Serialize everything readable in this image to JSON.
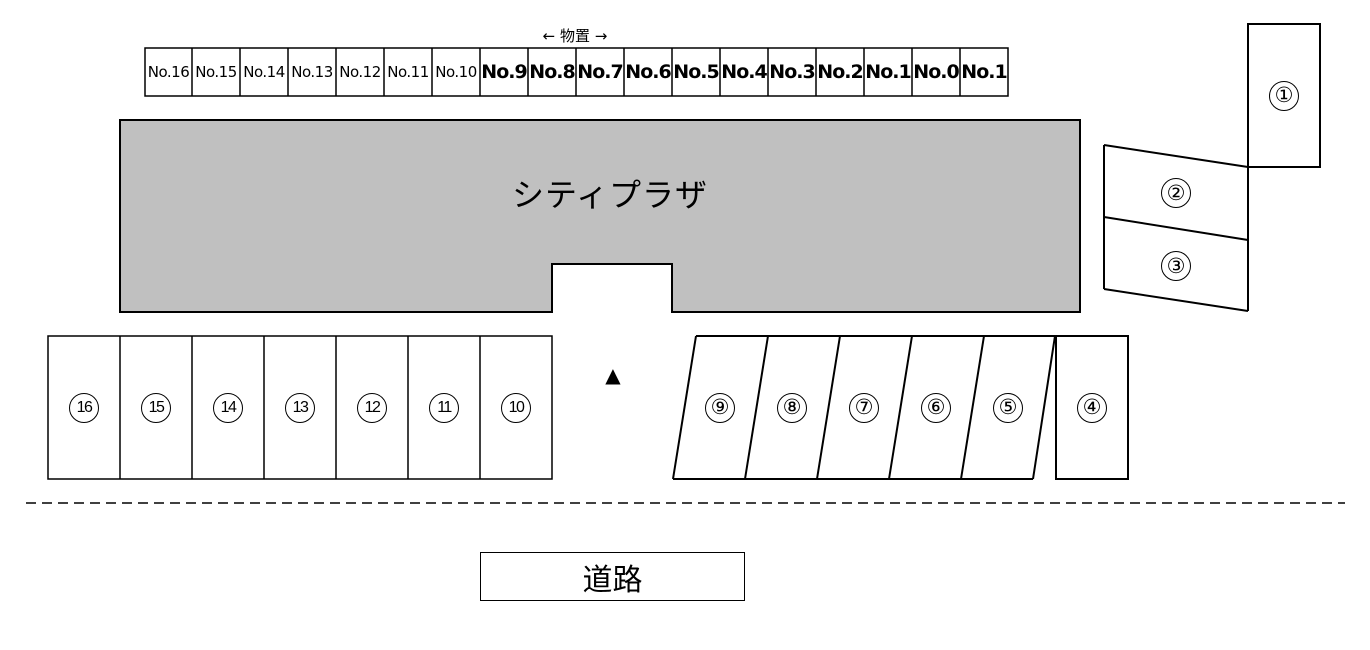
{
  "storage": {
    "label": "← 物置 →",
    "lockers": [
      {
        "label": "No.16",
        "bold": false
      },
      {
        "label": "No.15",
        "bold": false
      },
      {
        "label": "No.14",
        "bold": false
      },
      {
        "label": "No.13",
        "bold": false
      },
      {
        "label": "No.12",
        "bold": false
      },
      {
        "label": "No.11",
        "bold": false
      },
      {
        "label": "No.10",
        "bold": false
      },
      {
        "label": "No.9",
        "bold": true
      },
      {
        "label": "No.8",
        "bold": true
      },
      {
        "label": "No.7",
        "bold": true
      },
      {
        "label": "No.6",
        "bold": true
      },
      {
        "label": "No.5",
        "bold": true
      },
      {
        "label": "No.4",
        "bold": true
      },
      {
        "label": "No.3",
        "bold": true
      },
      {
        "label": "No.2",
        "bold": true
      },
      {
        "label": "No.1",
        "bold": true
      },
      {
        "label": "No.0",
        "bold": true
      },
      {
        "label": "No.1",
        "bold": true
      }
    ]
  },
  "building": {
    "name": "シティプラザ",
    "fill_color": "#c0c0c0"
  },
  "entrance_marker": "▲",
  "parking": {
    "right_column": [
      {
        "id": "space-1",
        "label": "①"
      },
      {
        "id": "space-2",
        "label": "②"
      },
      {
        "id": "space-3",
        "label": "③"
      }
    ],
    "front_right": [
      {
        "id": "space-9",
        "label": "⑨"
      },
      {
        "id": "space-8",
        "label": "⑧"
      },
      {
        "id": "space-7",
        "label": "⑦"
      },
      {
        "id": "space-6",
        "label": "⑥"
      },
      {
        "id": "space-5",
        "label": "⑤"
      },
      {
        "id": "space-4",
        "label": "④"
      }
    ],
    "front_left": [
      {
        "id": "space-16",
        "label": "16"
      },
      {
        "id": "space-15",
        "label": "15"
      },
      {
        "id": "space-14",
        "label": "14"
      },
      {
        "id": "space-13",
        "label": "13"
      },
      {
        "id": "space-12",
        "label": "12"
      },
      {
        "id": "space-11",
        "label": "11"
      },
      {
        "id": "space-10",
        "label": "10"
      }
    ]
  },
  "road": {
    "label": "道路"
  }
}
